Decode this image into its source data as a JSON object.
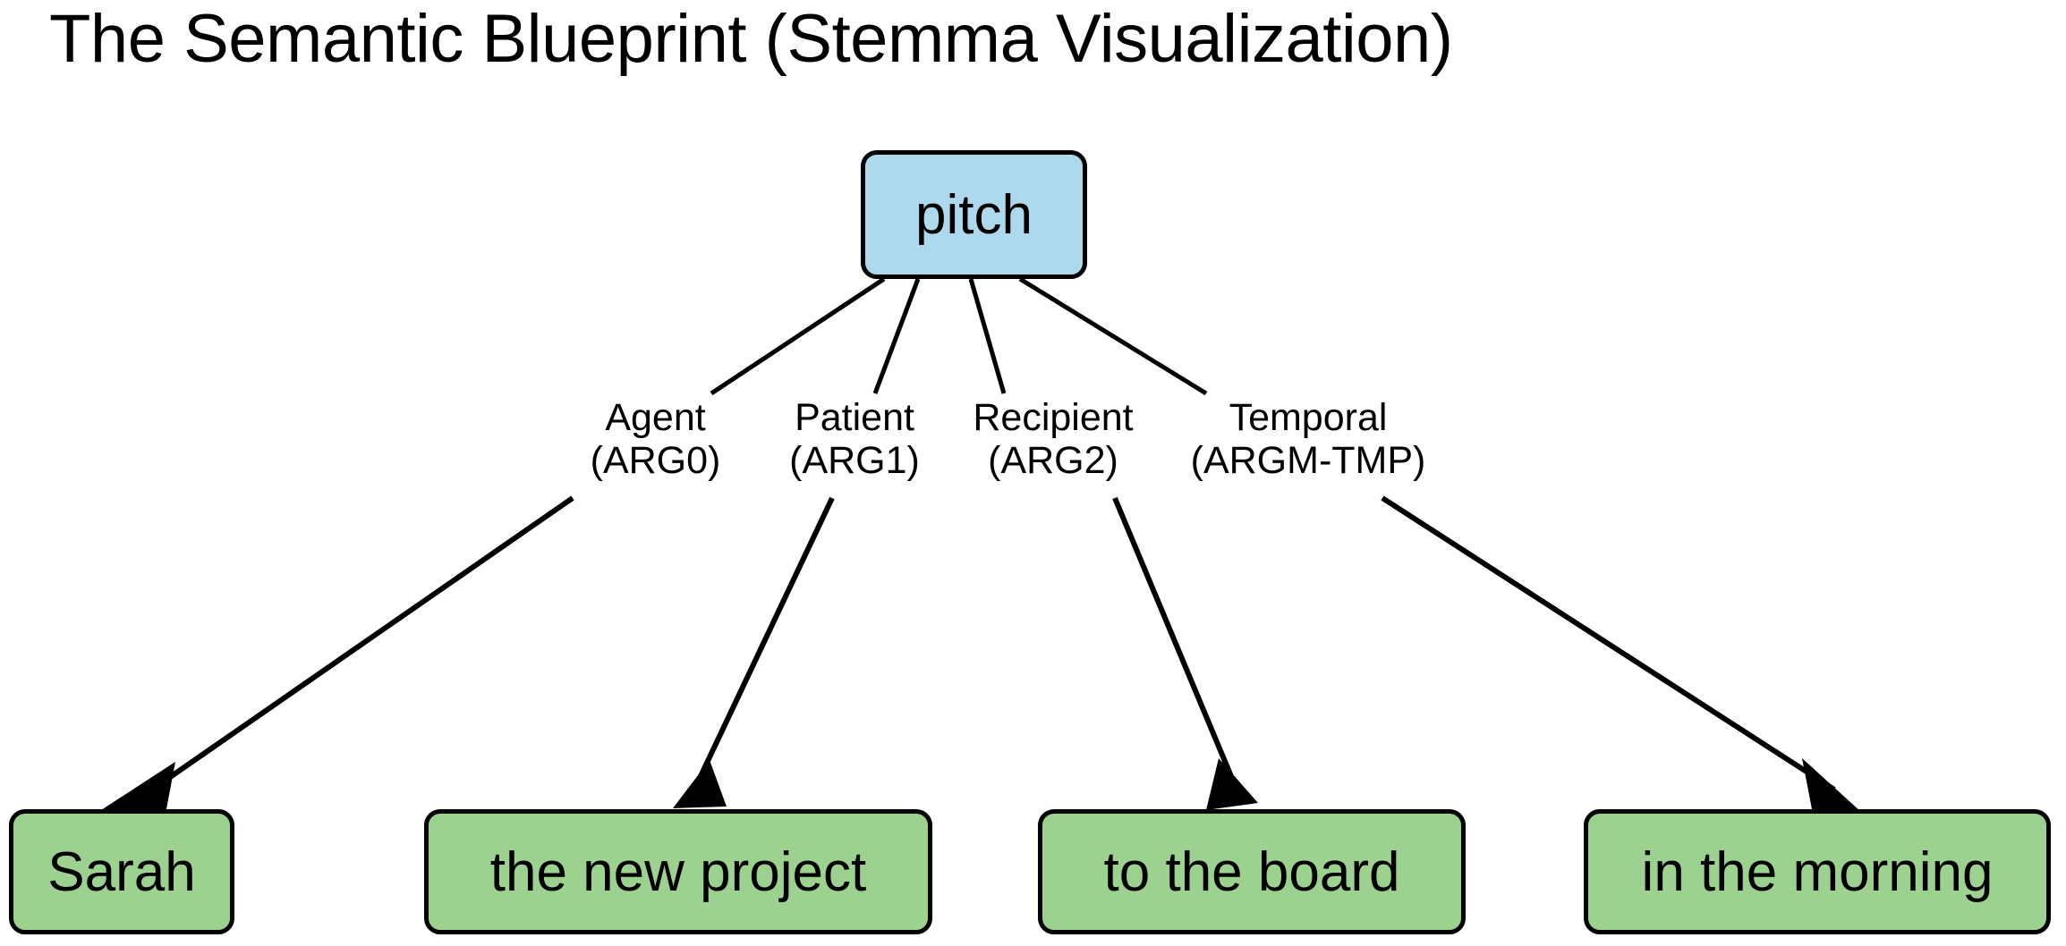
{
  "title": "The Semantic Blueprint (Stemma Visualization)",
  "colors": {
    "predicate_fill": "#AED8EC",
    "argument_fill": "#9CD190",
    "stroke": "#000000",
    "background": "#ffffff",
    "text": "#000000"
  },
  "graph": {
    "type": "dependency-stemma",
    "root": {
      "id": "predicate",
      "label": "pitch",
      "kind": "predicate"
    },
    "edges": [
      {
        "id": "edge-arg0",
        "role_name": "Agent",
        "role_code": "(ARG0)",
        "from": "predicate",
        "to": "arg0"
      },
      {
        "id": "edge-arg1",
        "role_name": "Patient",
        "role_code": "(ARG1)",
        "from": "predicate",
        "to": "arg1"
      },
      {
        "id": "edge-arg2",
        "role_name": "Recipient",
        "role_code": "(ARG2)",
        "from": "predicate",
        "to": "arg2"
      },
      {
        "id": "edge-argm",
        "role_name": "Temporal",
        "role_code": "(ARGM-TMP)",
        "from": "predicate",
        "to": "argm"
      }
    ],
    "arguments": [
      {
        "id": "arg0",
        "label": "Sarah",
        "kind": "argument"
      },
      {
        "id": "arg1",
        "label": "the new project",
        "kind": "argument"
      },
      {
        "id": "arg2",
        "label": "to the board",
        "kind": "argument"
      },
      {
        "id": "argm",
        "label": "in the morning",
        "kind": "argument"
      }
    ]
  }
}
